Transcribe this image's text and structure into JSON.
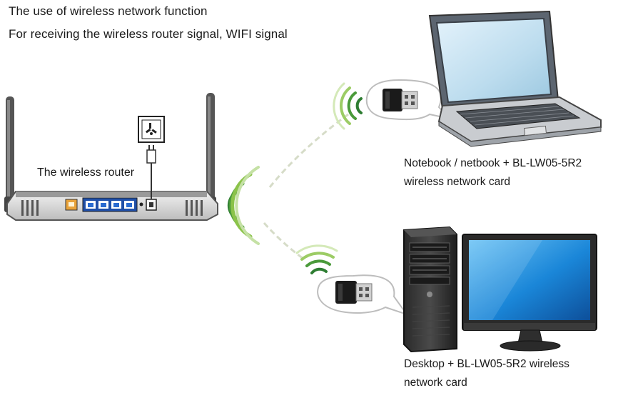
{
  "heading": {
    "line1": "The use of wireless network function",
    "line2": "For receiving the wireless router signal, WIFI signal"
  },
  "router": {
    "label": "The wireless router"
  },
  "notebook": {
    "caption_line1": "Notebook / netbook + BL-LW05-5R2",
    "caption_line2": "wireless network card"
  },
  "desktop": {
    "caption_line1": "Desktop + BL-LW05-5R2 wireless",
    "caption_line2": "network card"
  },
  "colors": {
    "wifi_green": "#4a9a3a",
    "screen_blue": "#1a86d8",
    "router_body": "#d7d7d7",
    "lan_port": "#1f4fa8",
    "wan_port": "#e8a23a"
  },
  "icons": [
    "power-socket-icon",
    "power-plug-icon",
    "wifi-signal-icon",
    "usb-wifi-adapter-icon",
    "laptop-icon",
    "desktop-tower-icon",
    "monitor-icon",
    "router-icon"
  ]
}
